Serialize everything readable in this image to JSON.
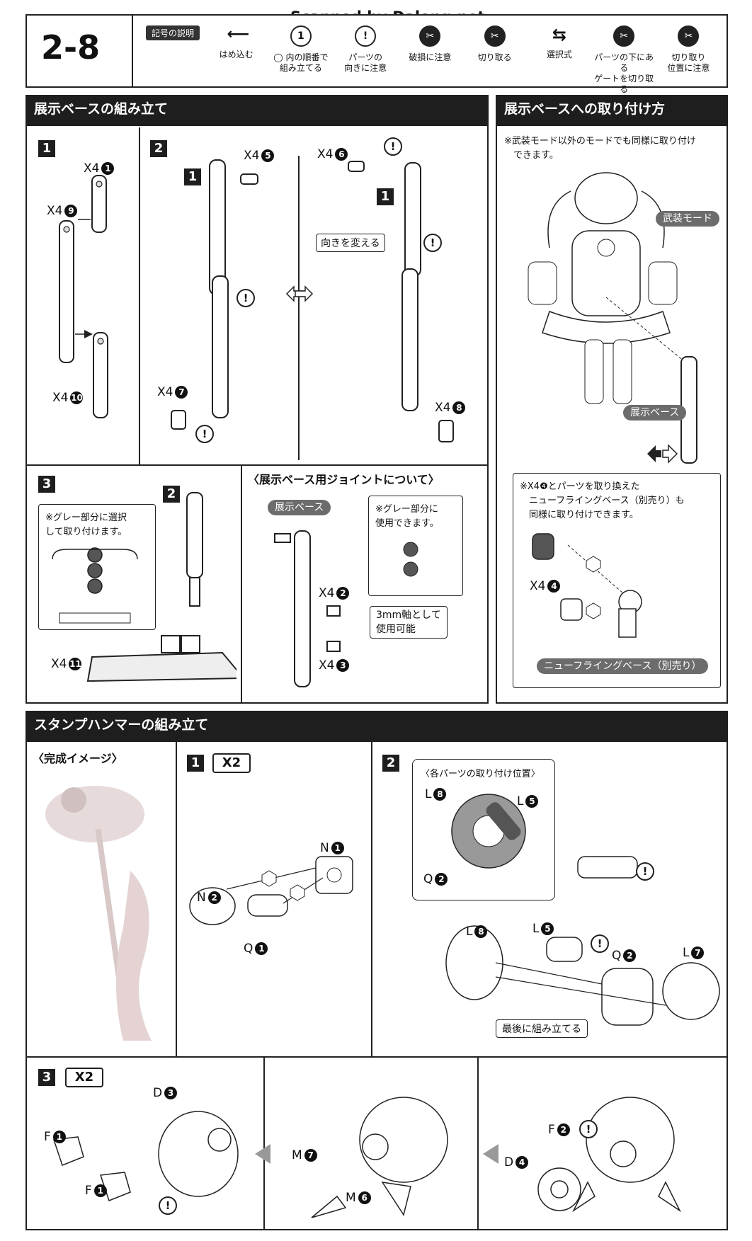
{
  "watermark": "Scanned by Dalong.net",
  "header": {
    "page_id": "2-8",
    "legend_title": "記号の説明",
    "legend": [
      {
        "label": "はめ込む",
        "icon": "arrow-left-icon"
      },
      {
        "label": "◯ 内の順番で\n組み立てる",
        "icon": "order-hexagon-icon",
        "symbol": "1"
      },
      {
        "label": "パーツの\n向きに注意",
        "icon": "exclamation-icon",
        "symbol": "!"
      },
      {
        "label": "破損に注意",
        "icon": "breakage-icon"
      },
      {
        "label": "切り取る",
        "icon": "cut-icon"
      },
      {
        "label": "選択式",
        "icon": "choice-arrow-icon"
      },
      {
        "label": "パーツの下にある\nゲートを切り取る",
        "icon": "gate-cut-icon"
      },
      {
        "label": "切り取り\n位置に注意",
        "icon": "cut-position-icon"
      }
    ]
  },
  "section_base": {
    "title": "展示ベースの組み立て",
    "step1": {
      "num": "1",
      "labels": [
        "X4",
        "X4",
        "X4"
      ],
      "parts": [
        "1",
        "9",
        "10"
      ]
    },
    "step2": {
      "num": "2",
      "sub": "1",
      "labels": [
        "X4",
        "X4",
        "X4",
        "X4"
      ],
      "parts": [
        "5",
        "7",
        "6",
        "8"
      ],
      "callout": "向きを変える"
    },
    "step3": {
      "num": "3",
      "sub": "2",
      "note": "※グレー部分に選択\n して取り付けます。",
      "count": "X4",
      "part": "11"
    },
    "joint": {
      "title": "〈展示ベース用ジョイントについて〉",
      "pill": "展示ベース",
      "note": "※グレー部分に\n使用できます。",
      "count1": "X4",
      "part1": "2",
      "count2": "X4",
      "part2": "3",
      "callout": "3mm軸として\n使用可能"
    }
  },
  "section_attach": {
    "title": "展示ベースへの取り付け方",
    "note": "※武装モード以外のモードでも同様に取り付け\n　できます。",
    "pill_mode": "武装モード",
    "pill_base": "展示ベース",
    "note2": "※X4❹とパーツを取り換えた\n　ニューフライングベース（別売り）も\n　同様に取り付けできます。",
    "count": "X4",
    "part": "4",
    "pill_bottom": "ニューフライングベース（別売り）"
  },
  "section_hammer": {
    "title": "スタンプハンマーの組み立て",
    "image_title": "〈完成イメージ〉",
    "step1": {
      "num": "1",
      "mult": "X2",
      "parts": [
        {
          "l": "N",
          "n": "1"
        },
        {
          "l": "N",
          "n": "2"
        },
        {
          "l": "Q",
          "n": "1"
        }
      ]
    },
    "step2": {
      "num": "2",
      "inset_title": "〈各パーツの取り付け位置〉",
      "parts": [
        {
          "l": "L",
          "n": "8"
        },
        {
          "l": "L",
          "n": "5"
        },
        {
          "l": "Q",
          "n": "2"
        },
        {
          "l": "L",
          "n": "7"
        }
      ],
      "callout": "最後に組み立てる"
    },
    "step3": {
      "num": "3",
      "mult": "X2",
      "parts": [
        {
          "l": "D",
          "n": "3"
        },
        {
          "l": "F",
          "n": "1"
        },
        {
          "l": "F",
          "n": "1"
        },
        {
          "l": "M",
          "n": "7"
        },
        {
          "l": "M",
          "n": "6"
        },
        {
          "l": "F",
          "n": "2"
        },
        {
          "l": "D",
          "n": "4"
        }
      ]
    }
  }
}
